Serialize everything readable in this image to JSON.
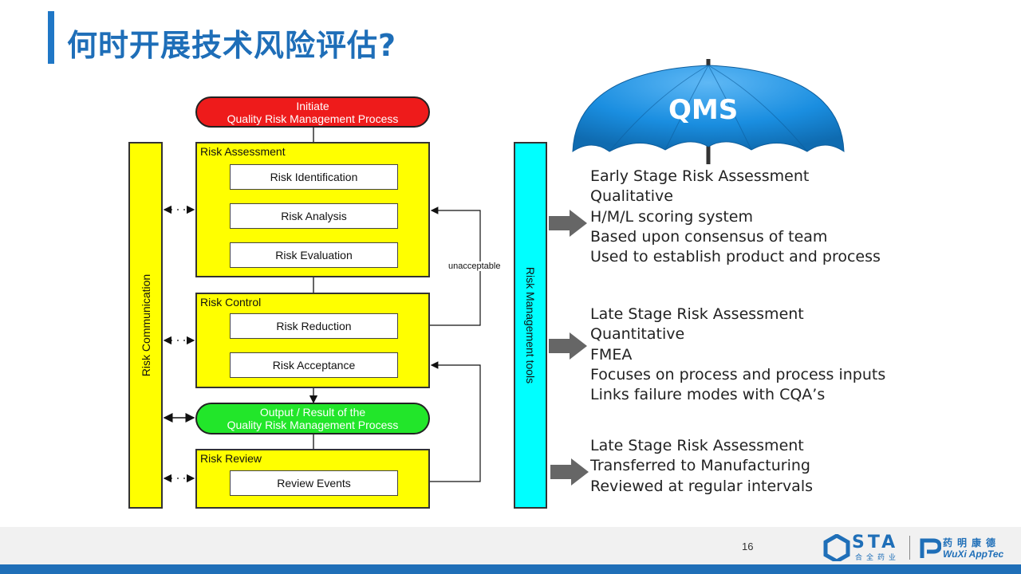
{
  "title": "何时开展技术风险评估?",
  "flow": {
    "start": {
      "line1": "Initiate",
      "line2": "Quality Risk Management Process"
    },
    "assessment": {
      "label": "Risk Assessment",
      "steps": [
        "Risk Identification",
        "Risk Analysis",
        "Risk Evaluation"
      ]
    },
    "control": {
      "label": "Risk Control",
      "steps": [
        "Risk Reduction",
        "Risk Acceptance"
      ]
    },
    "output": {
      "line1": "Output / Result of the",
      "line2": "Quality Risk Management Process"
    },
    "review": {
      "label": "Risk Review",
      "steps": [
        "Review Events"
      ]
    },
    "feedback_label": "unacceptable",
    "left_bar": "Risk Communication",
    "right_bar": "Risk Management tools"
  },
  "umbrella": {
    "label": "QMS"
  },
  "groups": [
    {
      "lines": [
        "Early Stage Risk Assessment",
        "Qualitative",
        "H/M/L scoring system",
        "Based upon consensus of team",
        "Used to establish product and process"
      ]
    },
    {
      "lines": [
        "Late Stage Risk Assessment",
        "Quantitative",
        "FMEA",
        "Focuses on process and process inputs",
        "Links failure modes with CQA’s"
      ]
    },
    {
      "lines": [
        "Late Stage Risk Assessment",
        "Transferred to Manufacturing",
        "Reviewed at regular intervals"
      ]
    }
  ],
  "footer": {
    "page_number": "16",
    "logo_left": {
      "main": "STA",
      "sub": "合全药业"
    },
    "logo_right": {
      "cn": "药明康德",
      "en": "WuXi AppTec"
    }
  },
  "colors": {
    "accent": "#1f77c6",
    "start_pill": "#ee1b1b",
    "output_pill": "#22e62a",
    "stage_box": "#ffff00",
    "tools_bar": "#00ffff",
    "communication_bar": "#ffff00",
    "umbrella": "#1a8ee0"
  }
}
